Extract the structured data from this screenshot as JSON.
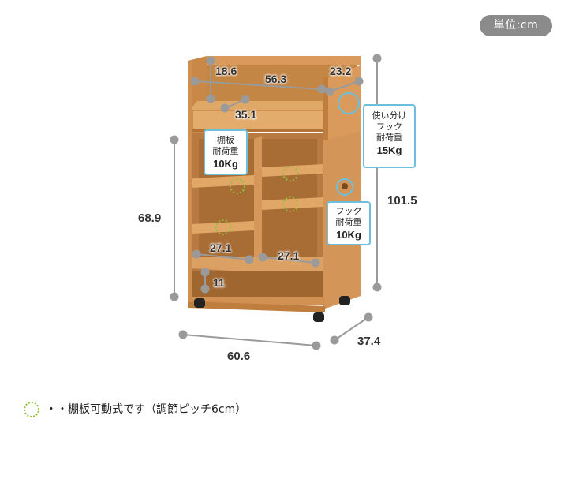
{
  "unit_label": "単位:cm",
  "dimensions": {
    "top_depth": "18.6",
    "top_width": "56.3",
    "top_right": "23.2",
    "drawer": "35.1",
    "height_inner": "68.9",
    "height_total": "101.5",
    "bay_left": "27.1",
    "bay_right": "27.1",
    "bottom_clear": "11",
    "width_total": "60.6",
    "depth_total": "37.4"
  },
  "callouts": {
    "shelf_load": [
      "棚板",
      "耐荷重",
      "10Kg"
    ],
    "side_hook_load": [
      "使い分け",
      "フック",
      "耐荷重",
      "15Kg"
    ],
    "hook_load": [
      "フック",
      "耐荷重",
      "10Kg"
    ]
  },
  "legend_text": "・・棚板可動式です（調節ピッチ6cm）",
  "colors": {
    "wood_light": "#d99a5c",
    "wood_mid": "#c98848",
    "wood_dark": "#a8672e",
    "interior": "#b87a40",
    "marker_grey": "#9a9a9a",
    "dot_ring": "#8cc43c",
    "callout_border": "#6cc0dd"
  }
}
